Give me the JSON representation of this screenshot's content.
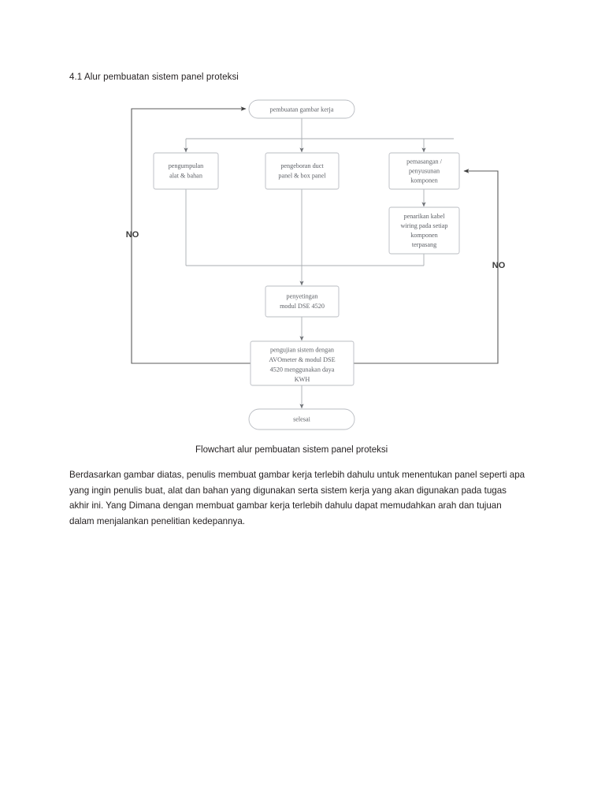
{
  "document": {
    "heading": "4.1 Alur pembuatan sistem panel proteksi",
    "caption": "Flowchart alur pembuatan sistem panel proteksi",
    "paragraph": "Berdasarkan gambar diatas, penulis membuat gambar kerja terlebih dahulu untuk menentukan panel seperti apa yang ingin penulis buat, alat dan bahan yang digunakan serta sistem kerja yang akan digunakan pada tugas akhir ini. Yang Dimana dengan membuat gambar kerja terlebih dahulu dapat memudahkan arah dan tujuan dalam menjalankan penelitian kedepannya."
  },
  "flowchart": {
    "type": "flowchart",
    "colors": {
      "node_stroke": "#b9bcc2",
      "node_text": "#5d6066",
      "connector": "#9a9da3",
      "arrow_dark": "#4a4a4a",
      "label_text": "#3a3a3a",
      "background": "#ffffff"
    },
    "nodes": [
      {
        "id": "start",
        "shape": "rounded-terminator",
        "label": "pembuatan gambar kerja"
      },
      {
        "id": "pengumpulan",
        "shape": "rectangle",
        "label_lines": [
          "pengumpulan",
          "alat & bahan"
        ]
      },
      {
        "id": "pengeboran",
        "shape": "rectangle",
        "label_lines": [
          "pengeboran duct",
          "panel & box panel"
        ]
      },
      {
        "id": "pemasangan",
        "shape": "rectangle",
        "label_lines": [
          "pemasangan /",
          "penyusunan",
          "komponen"
        ]
      },
      {
        "id": "penarikan",
        "shape": "rectangle",
        "label_lines": [
          "penarikan kabel",
          "wiring pada setiap",
          "komponen",
          "terpasang"
        ]
      },
      {
        "id": "penyetingan",
        "shape": "rectangle",
        "label_lines": [
          "penyetingan",
          "modul DSE 4520"
        ]
      },
      {
        "id": "pengujian",
        "shape": "rectangle",
        "label_lines": [
          "pengujian sistem dengan",
          "AVOmeter & modul DSE",
          "4520 menggunakan daya",
          "KWH"
        ]
      },
      {
        "id": "selesai",
        "shape": "rounded-terminator",
        "label": "selesai"
      }
    ],
    "edge_labels": [
      {
        "id": "no-left",
        "text": "NO"
      },
      {
        "id": "no-right",
        "text": "NO"
      }
    ],
    "edges": [
      {
        "from": "start",
        "to": "pengumpulan"
      },
      {
        "from": "start",
        "to": "pengeboran"
      },
      {
        "from": "start",
        "to": "pemasangan"
      },
      {
        "from": "pemasangan",
        "to": "penarikan"
      },
      {
        "from": "pengumpulan",
        "to": "penyetingan"
      },
      {
        "from": "pengeboran",
        "to": "penyetingan"
      },
      {
        "from": "penarikan",
        "to": "penyetingan"
      },
      {
        "from": "penyetingan",
        "to": "pengujian"
      },
      {
        "from": "pengujian",
        "to": "selesai"
      },
      {
        "from": "pengujian",
        "to": "start",
        "label": "NO"
      },
      {
        "from": "pengujian",
        "to": "pemasangan",
        "label": "NO"
      }
    ]
  }
}
